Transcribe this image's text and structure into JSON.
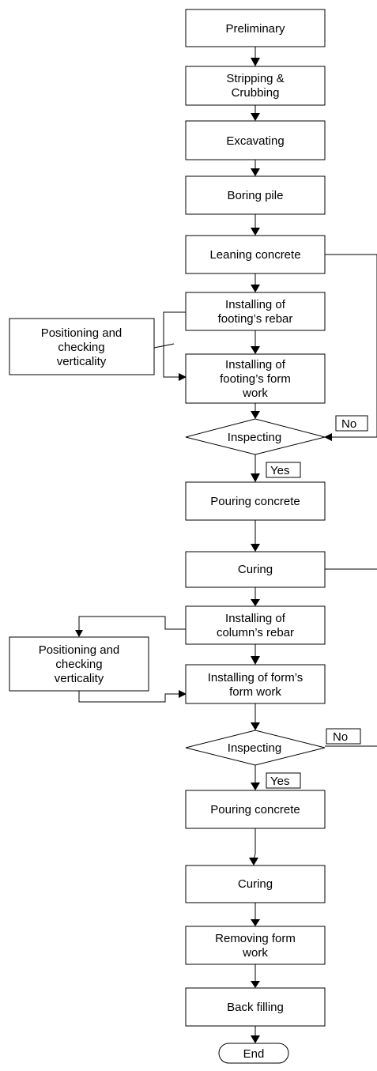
{
  "nodes": {
    "preliminary": "Preliminary",
    "stripping_1": "Stripping &",
    "stripping_2": "Crubbing",
    "excavating": "Excavating",
    "boring_pile": "Boring pile",
    "leaning_concrete": "Leaning concrete",
    "footing_rebar_1": "Installing of",
    "footing_rebar_2": "footing’s rebar",
    "footing_position_1": "Positioning and",
    "footing_position_2": "checking",
    "footing_position_3": "verticality",
    "footing_form_1": "Installing of",
    "footing_form_2": "footing’s form",
    "footing_form_3": "work",
    "inspecting_1": "Inspecting",
    "pouring_1": "Pouring concrete",
    "curing_1": "Curing",
    "column_rebar_1": "Installing of",
    "column_rebar_2": "column’s rebar",
    "column_position_1": "Positioning and",
    "column_position_2": "checking",
    "column_position_3": "verticality",
    "form_form_1": "Installing of form’s",
    "form_form_2": "form work",
    "inspecting_2": "Inspecting",
    "pouring_2": "Pouring concrete",
    "curing_2": "Curing",
    "removing_1": "Removing form",
    "removing_2": "work",
    "back_filling": "Back filling",
    "end": "End"
  },
  "labels": {
    "no_1": "No",
    "yes_1": "Yes",
    "no_2": "No",
    "yes_2": "Yes"
  }
}
